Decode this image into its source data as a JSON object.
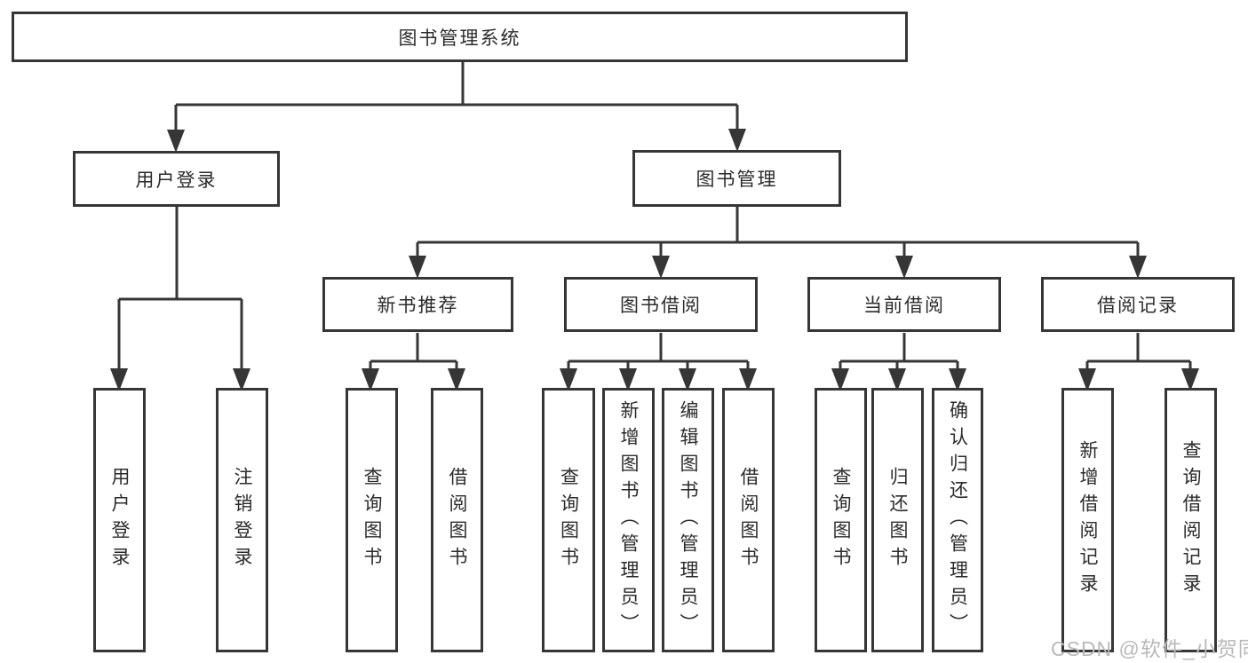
{
  "diagram": {
    "title": "图书管理系统",
    "children": [
      {
        "label": "用户登录",
        "children": [
          {
            "label": "用户登录"
          },
          {
            "label": "注销登录"
          }
        ]
      },
      {
        "label": "图书管理",
        "children": [
          {
            "label": "新书推荐",
            "children": [
              {
                "label": "查询图书"
              },
              {
                "label": "借阅图书"
              }
            ]
          },
          {
            "label": "图书借阅",
            "children": [
              {
                "label": "查询图书"
              },
              {
                "label": "新增图书（管理员）"
              },
              {
                "label": "编辑图书（管理员）"
              },
              {
                "label": "借阅图书"
              }
            ]
          },
          {
            "label": "当前借阅",
            "children": [
              {
                "label": "查询图书"
              },
              {
                "label": "归还图书"
              },
              {
                "label": "确认归还（管理员）"
              }
            ]
          },
          {
            "label": "借阅记录",
            "children": [
              {
                "label": "新增借阅记录"
              },
              {
                "label": "查询借阅记录"
              }
            ]
          }
        ]
      }
    ]
  },
  "watermark": "CSDN @软件_小贺同学",
  "colors": {
    "line": "#363636",
    "text": "#2b2b2b",
    "watermark": "#b9b9b9",
    "background": "#ffffff"
  }
}
